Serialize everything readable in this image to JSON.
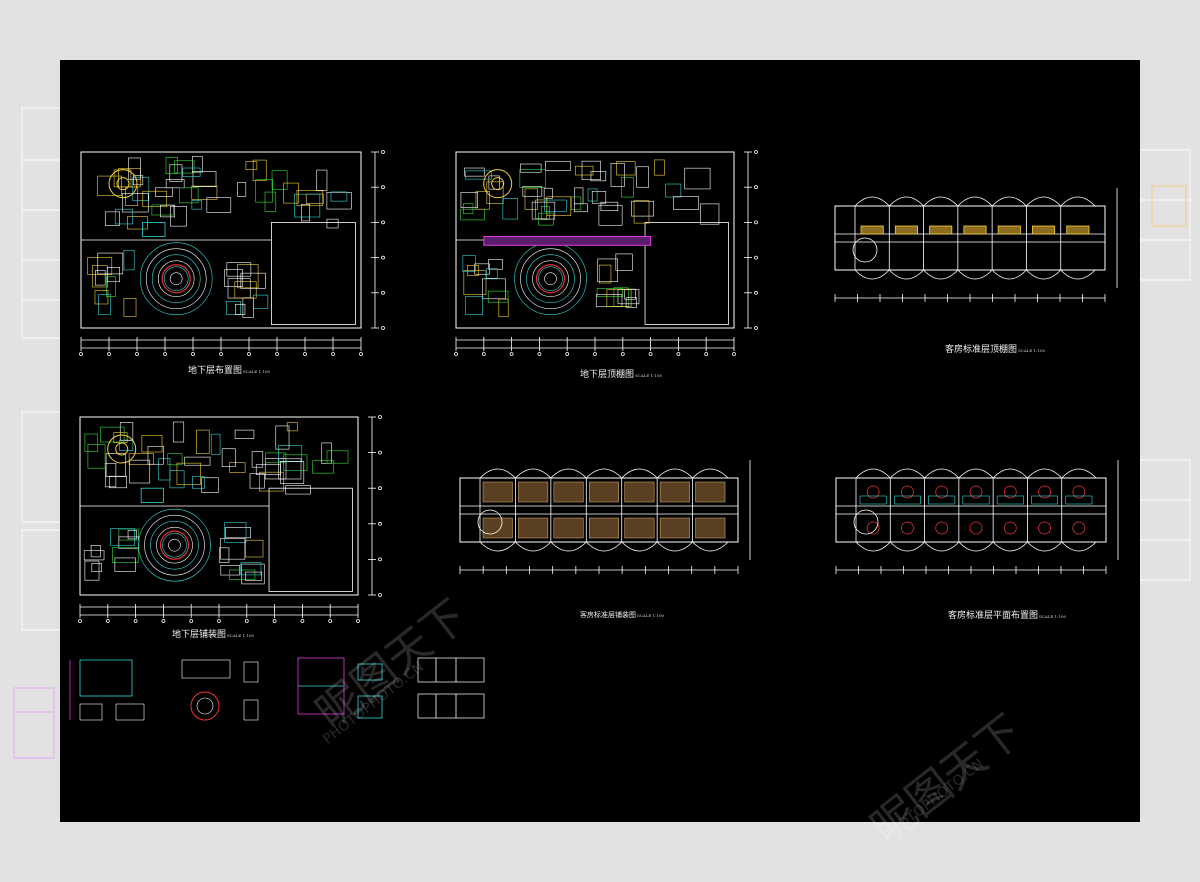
{
  "drawings": [
    {
      "id": "basement-layout",
      "title": "地下层布置图",
      "scale": "SCALE 1:100"
    },
    {
      "id": "basement-ceiling",
      "title": "地下层顶棚图",
      "scale": "SCALE 1:100"
    },
    {
      "id": "guestroom-ceiling",
      "title": "客房标准层顶棚图",
      "scale": "SCALE 1:100"
    },
    {
      "id": "basement-paving",
      "title": "地下层铺装图",
      "scale": "SCALE 1:100"
    },
    {
      "id": "guestroom-paving",
      "title": "客房标准层铺装图",
      "scale": "SCALE 1:100"
    },
    {
      "id": "guestroom-layout",
      "title": "客房标准层平面布置图",
      "scale": "SCALE 1:100"
    }
  ],
  "watermark": {
    "brand": "昵图天下",
    "site": "PHOTOPHOTO.CN"
  },
  "colors": {
    "canvas": "#000000",
    "surround": "#e2e2e2",
    "line": "#ffffff",
    "accent_yellow": "#f5d13a",
    "accent_cyan": "#34d8d8",
    "accent_magenta": "#e03adf",
    "accent_red": "#e8323a",
    "accent_green": "#36e03a"
  }
}
